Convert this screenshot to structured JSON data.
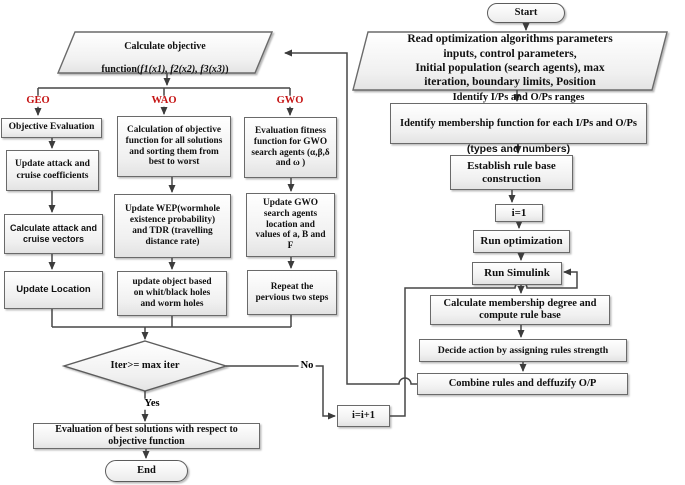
{
  "page": {
    "background": "#ffffff"
  },
  "colors": {
    "branch_label": "#c51414",
    "box_border": "#6a6a6a",
    "arrow": "#3c3c3c"
  },
  "labels": {
    "geo": "GEO",
    "wao": "WAO",
    "gwo": "GWO",
    "yes": "Yes",
    "no": "No"
  },
  "nodes": {
    "start": "Start",
    "read_params": "Read optimization algorithms parameters\ninputs, control parameters,\nInitial population (search agents), max\niteration, boundary limits, Position",
    "identify": {
      "line1": "Identify I/Ps and O/Ps ranges",
      "line2": "Identify membership function for each I/Ps and O/Ps",
      "line3": "(types and numbers)"
    },
    "establish": "Establish rule base\nconstruction",
    "i_init": "i=1",
    "run_optimization": "Run optimization",
    "run_simulink": "Run Simulink",
    "calc_membership": "Calculate membership degree and\ncompute rule base",
    "decide_action": "Decide action by assigning rules strength",
    "combine_rules": "Combine rules and deffuzify O/P",
    "i_increment": "i=i+1",
    "calc_objective": {
      "line1": "Calculate objective",
      "line2_prefix": "function(",
      "line2_italic": "f1(x1), f2(x2), f3(x3)",
      "line2_suffix": ")"
    },
    "objective_evaluation": "Objective Evaluation",
    "update_attack": "Update attack and\ncruise coefficients",
    "calculate_attack": "Calculate attack and\ncruise vectors",
    "update_location": "Update Location",
    "wao_calculation": "Calculation of objective\nfunction for all solutions\nand sorting them from\nbest to worst",
    "update_wep": "Update WEP(wormhole\nexistence probability)\nand TDR (travelling\ndistance rate)",
    "update_object": "update object based\non whit/black holes\nand worm holes",
    "gwo_evaluation": "Evaluation  fitness\nfunction for GWO\nsearch agents (α,β,δ\nand ω )",
    "update_gwo": "Update GWO\nsearch agents\nlocation and\nvalues of a, B and\nF",
    "repeat_steps": "Repeat the\npervious two steps",
    "iteration_check": "Iter>= max iter",
    "evaluate_best": "Evaluation of best solutions with respect to\nobjective function",
    "end": "End"
  }
}
